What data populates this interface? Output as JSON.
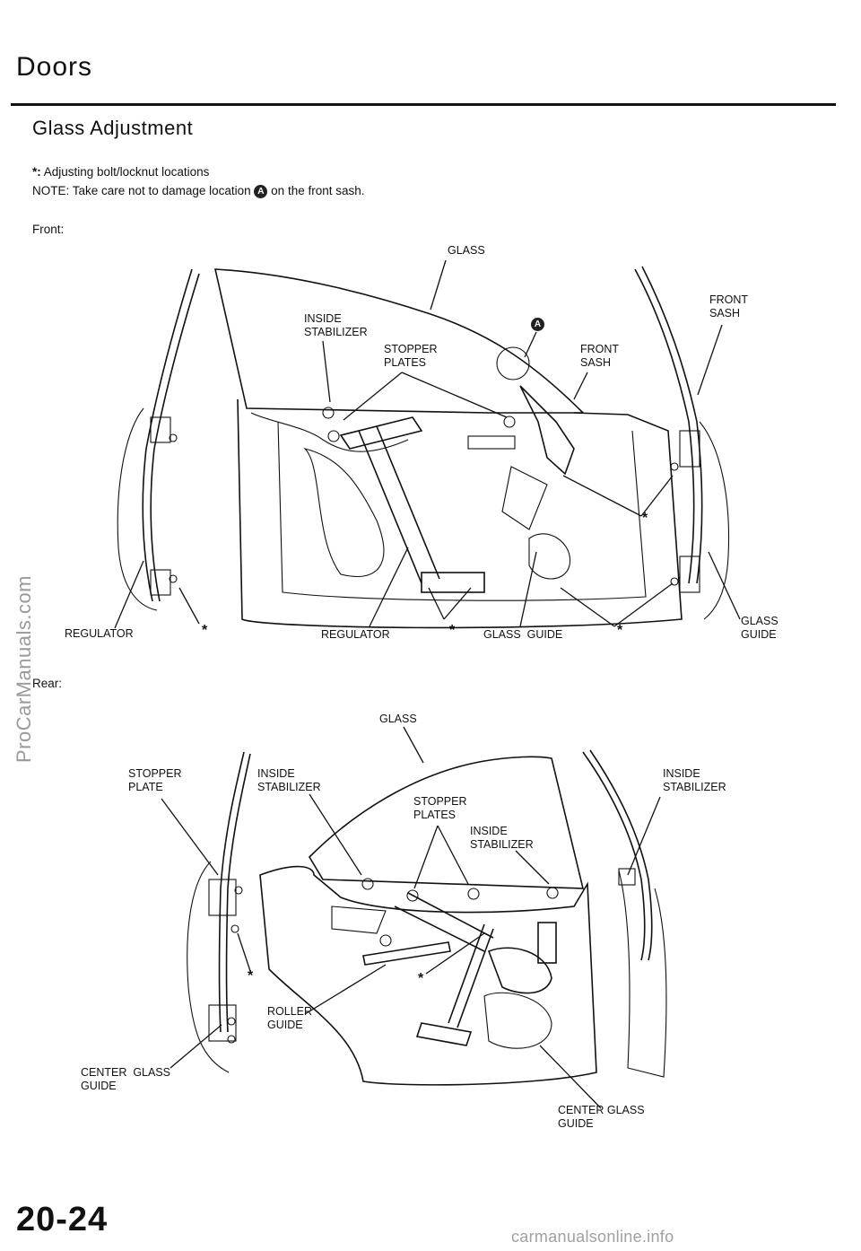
{
  "header": {
    "section": "Doors",
    "subtitle": "Glass Adjustment"
  },
  "notes": {
    "legend_symbol": "*:",
    "legend_text": "Adjusting  bolt/locknut  locations",
    "note_prefix": "NOTE:  Take care not to damage location",
    "note_marker": "A",
    "note_suffix": "on the front sash."
  },
  "front": {
    "heading": "Front:",
    "labels": {
      "glass": "GLASS",
      "inside_stabilizer": "INSIDE\nSTABILIZER",
      "stopper_plates": "STOPPER\nPLATES",
      "marker_a": "A",
      "front_sash_inner": "FRONT\nSASH",
      "front_sash_outer": "FRONT\nSASH",
      "regulator_left": "REGULATOR",
      "regulator_center": "REGULATOR",
      "glass_guide_center": "GLASS  GUIDE",
      "glass_guide_right": "GLASS\nGUIDE",
      "asterisk": "*"
    }
  },
  "rear": {
    "heading": "Rear:",
    "labels": {
      "glass": "GLASS",
      "stopper_plate": "STOPPER\nPLATE",
      "inside_stabilizer_left": "INSIDE\nSTABILIZER",
      "stopper_plates": "STOPPER\nPLATES",
      "inside_stabilizer_center": "INSIDE\nSTABILIZER",
      "inside_stabilizer_right": "INSIDE\nSTABILIZER",
      "roller_guide": "ROLLER\nGUIDE",
      "center_glass_guide_left": "CENTER  GLASS\nGUIDE",
      "center_glass_guide_right": "CENTER GLASS\nGUIDE",
      "asterisk": "*"
    }
  },
  "footer": {
    "page_number": "20-24"
  },
  "watermarks": {
    "left": "ProCarManuals.com",
    "bottom": "carmanualsonline.info"
  }
}
